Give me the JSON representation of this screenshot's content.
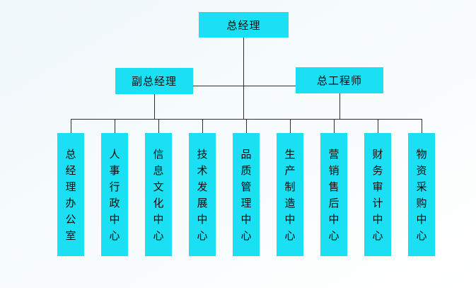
{
  "colors": {
    "node_fill": "#1bdff2",
    "connector": "#2f2f2f",
    "text": "#0a0a0a",
    "background_top": "#f0f8fb",
    "background_bottom": "#ffffff"
  },
  "nodes": {
    "general_manager": {
      "label": "总经理"
    },
    "deputy_general_manager": {
      "label": "副总经理"
    },
    "chief_engineer": {
      "label": "总工程师"
    }
  },
  "departments": [
    {
      "label": "总经理办公室"
    },
    {
      "label": "人事行政中心"
    },
    {
      "label": "信息文化中心"
    },
    {
      "label": "技术发展中心"
    },
    {
      "label": "品质管理中心"
    },
    {
      "label": "生产制造中心"
    },
    {
      "label": "营销售后中心"
    },
    {
      "label": "财务审计中心"
    },
    {
      "label": "物资采购中心"
    }
  ]
}
